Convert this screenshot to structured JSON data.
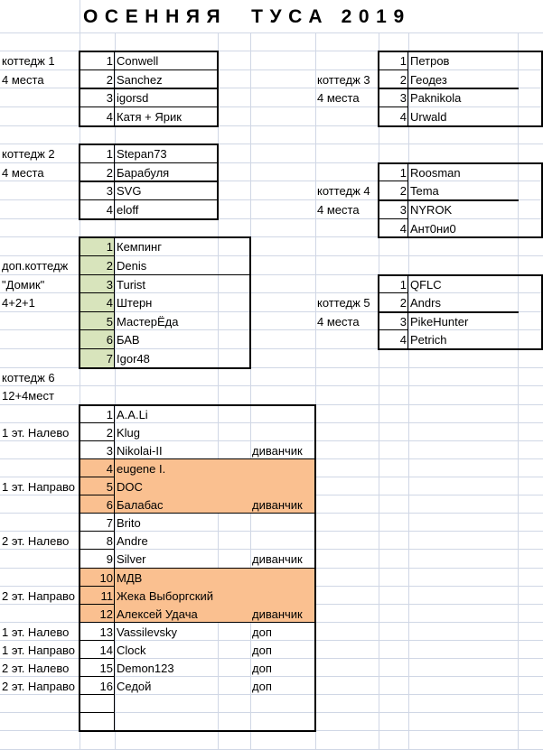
{
  "title": "ОСЕННЯЯ  ТУСА 2019",
  "colors": {
    "domik_number_fill": "#d8e4bc",
    "highlight_fill": "#fac090",
    "grid": "#d0d7e5"
  },
  "cottage1": {
    "label": "коттедж 1",
    "capacity": "4 места",
    "members": [
      {
        "num": "1",
        "name": "Conwell"
      },
      {
        "num": "2",
        "name": "Sanchez"
      },
      {
        "num": "3",
        "name": "igorsd"
      },
      {
        "num": "4",
        "name": "Катя + Ярик"
      }
    ]
  },
  "cottage2": {
    "label": "коттедж 2",
    "capacity": "4 места",
    "members": [
      {
        "num": "1",
        "name": "Stepan73"
      },
      {
        "num": "2",
        "name": "Барабуля"
      },
      {
        "num": "3",
        "name": "SVG"
      },
      {
        "num": "4",
        "name": "eloff"
      }
    ]
  },
  "cottage3": {
    "label": "коттедж 3",
    "capacity": "4 места",
    "members": [
      {
        "num": "1",
        "name": "Петров"
      },
      {
        "num": "2",
        "name": "Геодез"
      },
      {
        "num": "3",
        "name": "Paknikola"
      },
      {
        "num": "4",
        "name": "Urwald"
      }
    ]
  },
  "cottage4": {
    "label": "коттедж 4",
    "capacity": "4 места",
    "members": [
      {
        "num": "1",
        "name": "Roosman"
      },
      {
        "num": "2",
        "name": "Tema"
      },
      {
        "num": "3",
        "name": "NYROK"
      },
      {
        "num": "4",
        "name": "Ант0ни0"
      }
    ]
  },
  "cottage5": {
    "label": "коттедж 5",
    "capacity": "4 места",
    "members": [
      {
        "num": "1",
        "name": "QFLC"
      },
      {
        "num": "2",
        "name": "Andrs"
      },
      {
        "num": "3",
        "name": "PikeHunter"
      },
      {
        "num": "4",
        "name": "Petrich"
      }
    ]
  },
  "domik": {
    "label": "доп.коттедж",
    "name": " \"Домик\"",
    "capacity": "4+2+1",
    "members": [
      {
        "num": "1",
        "name": "Кемпинг"
      },
      {
        "num": "2",
        "name": "Denis"
      },
      {
        "num": "3",
        "name": "Turist"
      },
      {
        "num": "4",
        "name": "Штерн"
      },
      {
        "num": "5",
        "name": "МастерЁда"
      },
      {
        "num": "6",
        "name": "БАВ"
      },
      {
        "num": "7",
        "name": "Igor48"
      }
    ]
  },
  "cottage6": {
    "label": "коттедж 6",
    "capacity": "12+4мест",
    "members": [
      {
        "num": "1",
        "name": "A.A.Li"
      },
      {
        "num": "2",
        "name": "Klug",
        "location": "1 эт. Налево"
      },
      {
        "num": "3",
        "name": "Nikolai-II",
        "note": "диванчик"
      },
      {
        "num": "4",
        "name": "eugene I.",
        "highlight": true
      },
      {
        "num": "5",
        "name": "DOC",
        "location": "1 эт. Направо",
        "highlight": true
      },
      {
        "num": "6",
        "name": "Балабас",
        "note": "диванчик",
        "highlight": true
      },
      {
        "num": "7",
        "name": "Brito"
      },
      {
        "num": "8",
        "name": "Andre",
        "location": "2 эт. Налево"
      },
      {
        "num": "9",
        "name": "Silver",
        "note": "диванчик"
      },
      {
        "num": "10",
        "name": "МДВ",
        "highlight": true
      },
      {
        "num": "11",
        "name": "Жека Выборгский",
        "location": "2 эт. Направо",
        "highlight": true
      },
      {
        "num": "12",
        "name": "Алексей Удача",
        "note": "диванчик",
        "highlight": true
      },
      {
        "num": "13",
        "name": "Vassilevsky",
        "location": "1 эт. Налево",
        "note": "доп"
      },
      {
        "num": "14",
        "name": "Clock",
        "location": "1 эт. Направо",
        "note": "доп"
      },
      {
        "num": "15",
        "name": "Demon123",
        "location": "2 эт. Налево",
        "note": "доп"
      },
      {
        "num": "16",
        "name": "Седой",
        "location": "2 эт. Направо",
        "note": "доп"
      }
    ]
  }
}
